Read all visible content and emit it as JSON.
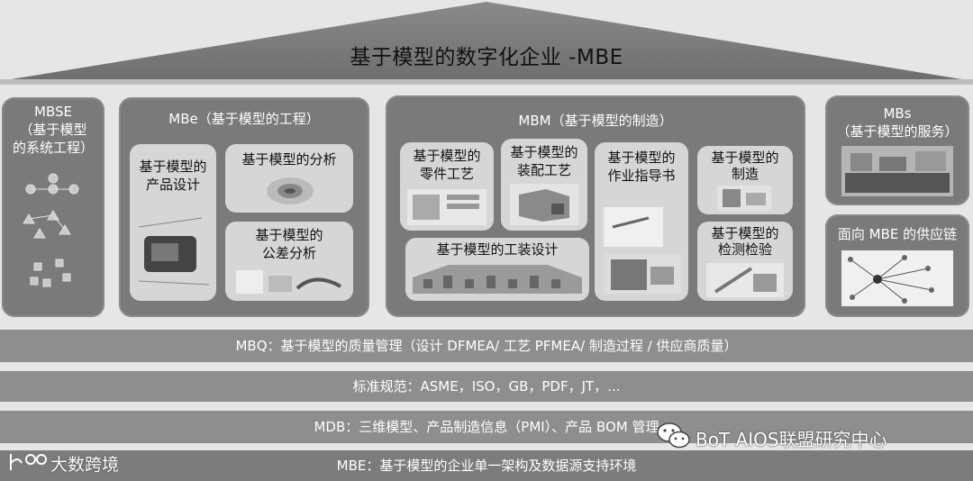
{
  "roof": {
    "title": "基于模型的数字化企业 -MBE"
  },
  "pillars": {
    "mbse": {
      "title": "MBSE",
      "subtitle": "（基于模型",
      "subtitle2": "的系统工程）"
    },
    "mbe": {
      "title": "MBe（基于模型的工程）",
      "cards": {
        "product_design": {
          "line1": "基于模型的",
          "line2": "产品设计"
        },
        "analysis": {
          "line1": "基于模型的分析"
        },
        "tolerance": {
          "line1": "基于模型的",
          "line2": "公差分析"
        }
      }
    },
    "mbm": {
      "title": "MBM（基于模型的制造）",
      "cards": {
        "parts_process": {
          "line1": "基于模型的",
          "line2": "零件工艺"
        },
        "assembly_process": {
          "line1": "基于模型的",
          "line2": "装配工艺"
        },
        "work_instruction": {
          "line1": "基于模型的",
          "line2": "作业指导书"
        },
        "manufacturing": {
          "line1": "基于模型的",
          "line2": "制造"
        },
        "tooling_design": {
          "line1": "基于模型的工装设计"
        },
        "inspection": {
          "line1": "基于模型的",
          "line2": "检测检验"
        }
      }
    },
    "mbs": {
      "title": "MBs",
      "subtitle": "（基于模型的服务）"
    },
    "supply_chain": {
      "title": "面向 MBE 的供应链"
    }
  },
  "bands": {
    "mbq": "MBQ：基于模型的质量管理（设计 DFMEA/ 工艺 PFMEA/ 制造过程 / 供应商质量）",
    "standards": "标准规范：ASME，ISO，GB，PDF，JT，...",
    "mdb": "MDB：三维模型、产品制造信息（PMI）、产品 BOM 管理",
    "mbe_base": "MBE：基于模型的企业单一架构及数据源支持环境"
  },
  "watermarks": {
    "left": "大数跨境",
    "right": "BoT AIOS联盟研究中心"
  },
  "icons": [
    "wechat-icon",
    "bigdata-logo-icon"
  ]
}
